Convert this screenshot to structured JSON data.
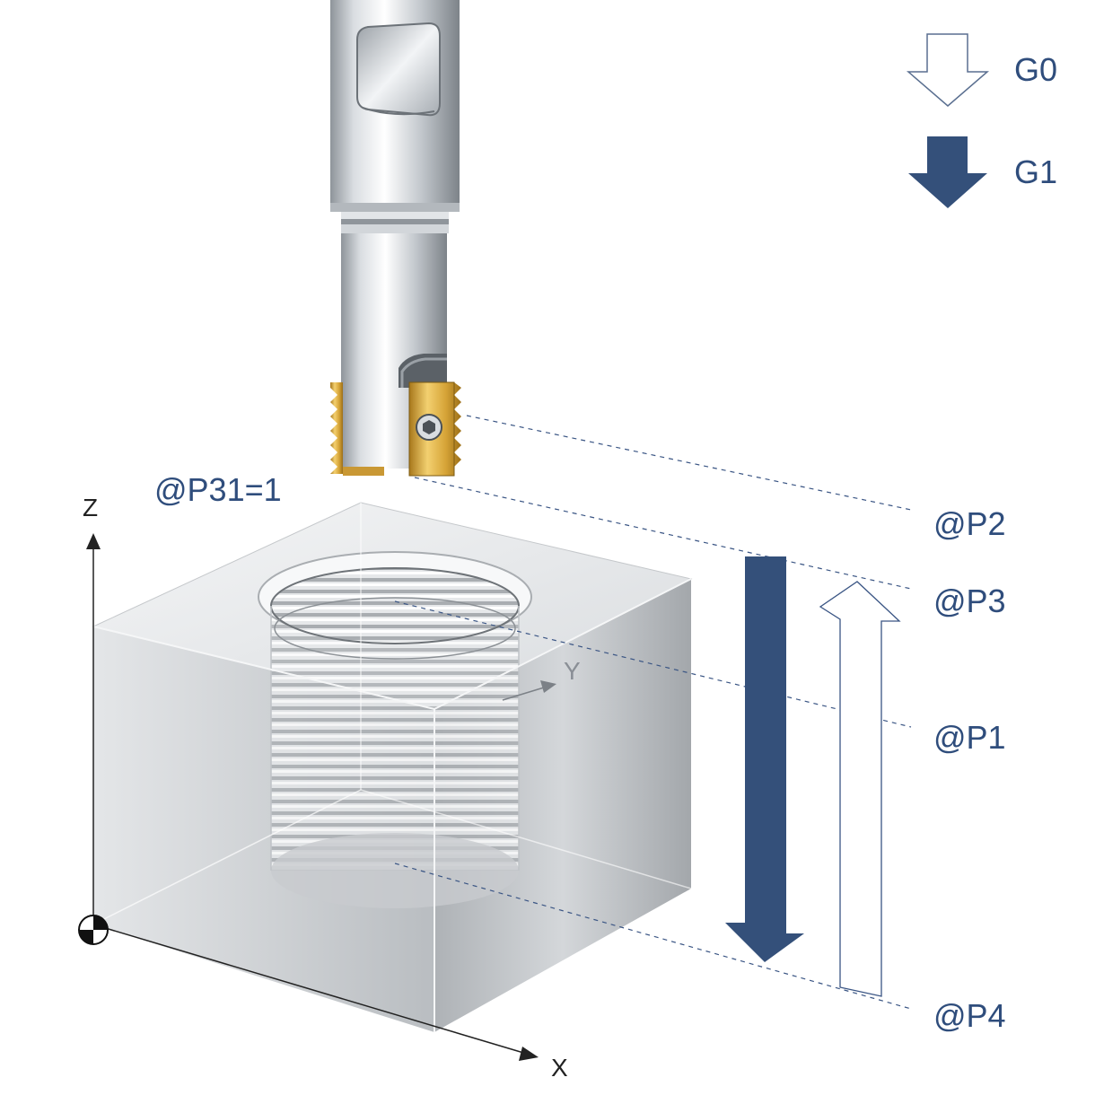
{
  "legend": {
    "g0_label": "G0",
    "g1_label": "G1"
  },
  "params": {
    "p31": "@P31=1",
    "p2": "@P2",
    "p3": "@P3",
    "p1": "@P1",
    "p4": "@P4"
  },
  "axes": {
    "z": "Z",
    "y": "Y",
    "x": "X"
  },
  "colors": {
    "accent": "#34507a",
    "label": "#2f4d7c",
    "insert_gold": "#d8a93a"
  },
  "icons": {
    "rapid": "outline-down-arrow-icon",
    "feed": "filled-down-arrow-icon",
    "origin": "workpiece-zero-icon"
  }
}
